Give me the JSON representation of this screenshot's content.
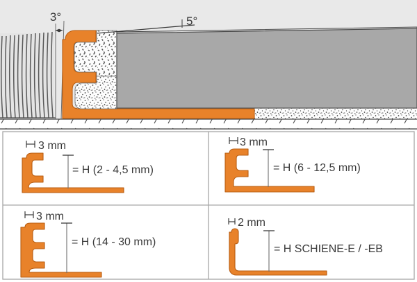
{
  "figure": {
    "title": "Tile edge trim profile installation cross-section",
    "colors": {
      "profile_orange": "#E8822A",
      "profile_orange_dark": "#C4661A",
      "tile_gray": "#A8A8A8",
      "background_gray": "#E9E9E9",
      "mortar_white": "#FDFDFD",
      "line_dark": "#4A4A4A",
      "panel_border": "#A6A6A6"
    }
  },
  "main_diagram": {
    "name": "installation-cross-section",
    "angles": [
      {
        "id": "angle-3",
        "label": "3°",
        "description": "wall-side profile inclination"
      },
      {
        "id": "angle-5",
        "label": "5°",
        "description": "tile surface taper"
      }
    ],
    "layers": [
      {
        "id": "wall-plaster",
        "label": ""
      },
      {
        "id": "thinset-mortar",
        "label": ""
      },
      {
        "id": "tile",
        "label": ""
      },
      {
        "id": "substrate",
        "label": ""
      }
    ]
  },
  "panels": [
    {
      "id": "panel-1",
      "dimension": "3 mm",
      "height_spec": "= H (2 - 4,5 mm)",
      "profile": "single-hook-L"
    },
    {
      "id": "panel-2",
      "dimension": "3 mm",
      "height_spec": "= H (6 - 12,5 mm)",
      "profile": "E-shape-one-hook"
    },
    {
      "id": "panel-3",
      "dimension": "3 mm",
      "height_spec": "= H (14 - 30 mm)",
      "profile": "E-shape-two-hooks"
    },
    {
      "id": "panel-4",
      "dimension": "2 mm",
      "height_spec": "= H  SCHIENE-E / -EB",
      "profile": "thin-J"
    }
  ]
}
